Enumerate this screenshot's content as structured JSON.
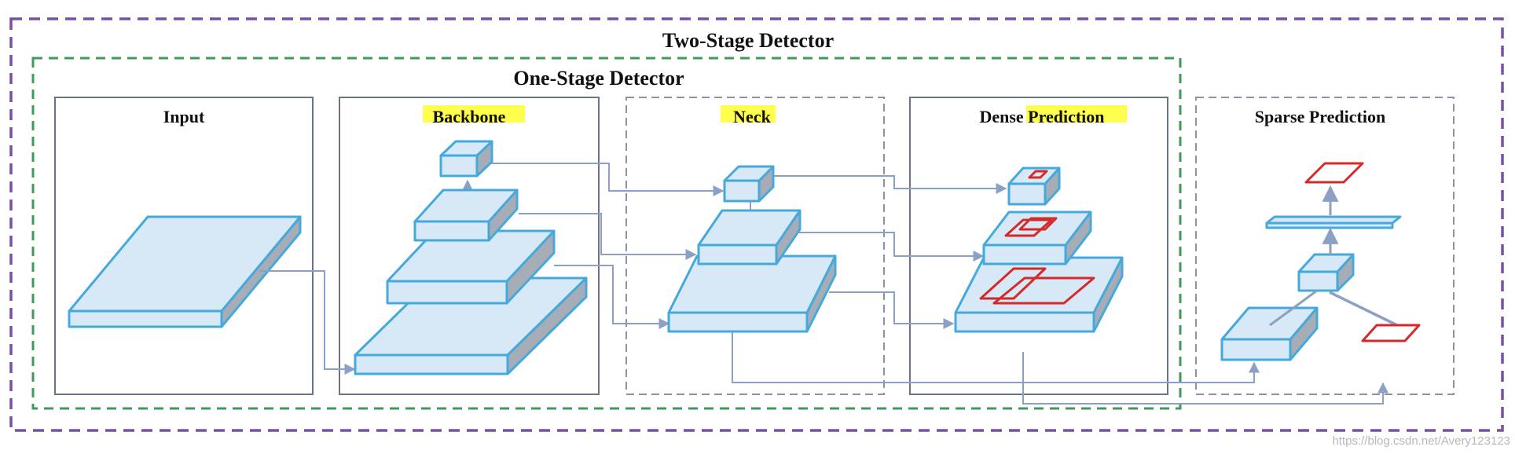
{
  "titles": {
    "two_stage": "Two-Stage Detector",
    "one_stage": "One-Stage Detector"
  },
  "panels": {
    "input": "Input",
    "backbone": "Backbone",
    "neck": "Neck",
    "dense": "Dense Prediction",
    "sparse": "Sparse Prediction"
  },
  "watermark": "https://blog.csdn.net/Avery123123",
  "colors": {
    "two_stage_border": "#7a4fa6",
    "one_stage_border": "#3f9a5b",
    "panel_border": "#6a7388",
    "block_top": "#d7e8f7",
    "block_edge": "#45a9dc",
    "block_side": "#a6adb7",
    "connector": "#8aa0c4",
    "prediction_box": "#d42a2a",
    "highlight": "#ffff4d"
  }
}
